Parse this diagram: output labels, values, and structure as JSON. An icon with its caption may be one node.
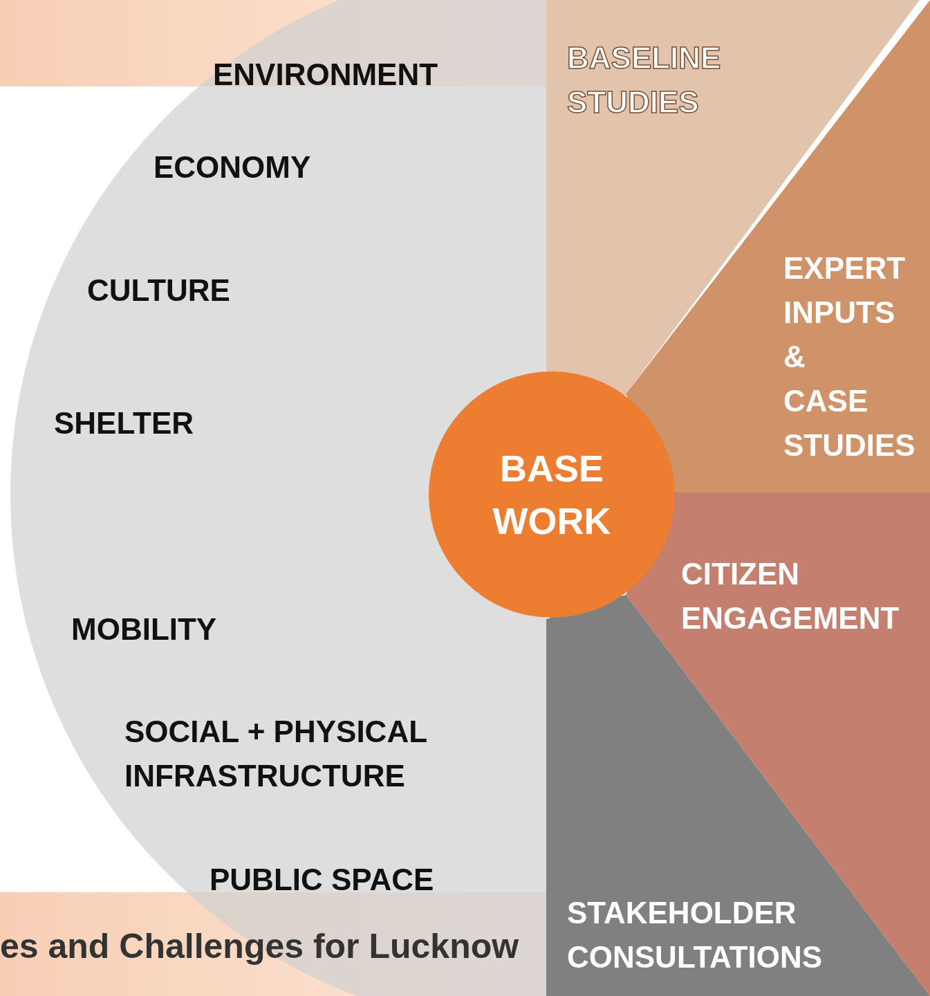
{
  "diagram": {
    "nodes": [
      {
        "text": [
          "BASE WORK"
        ]
      },
      {
        "text": [
          "BASELINE STUDIES"
        ]
      },
      {
        "text": [
          "EXPERT INPUTS & CASE STUDIES"
        ]
      },
      {
        "text": [
          "CITIZEN ENGAGEMENT"
        ]
      },
      {
        "text": [
          "STAKEHOLDER CONSULTATIONS"
        ]
      }
    ],
    "labels": [
      "ENVIRONMENT",
      "ECONOMY",
      "CULTURE",
      "SHELTER",
      "MOBILITY",
      "SOCIAL + PHYSICAL INFRASTRUCTURE",
      "PUBLIC SPACE",
      "es and Challenges for Lucknow"
    ]
  }
}
